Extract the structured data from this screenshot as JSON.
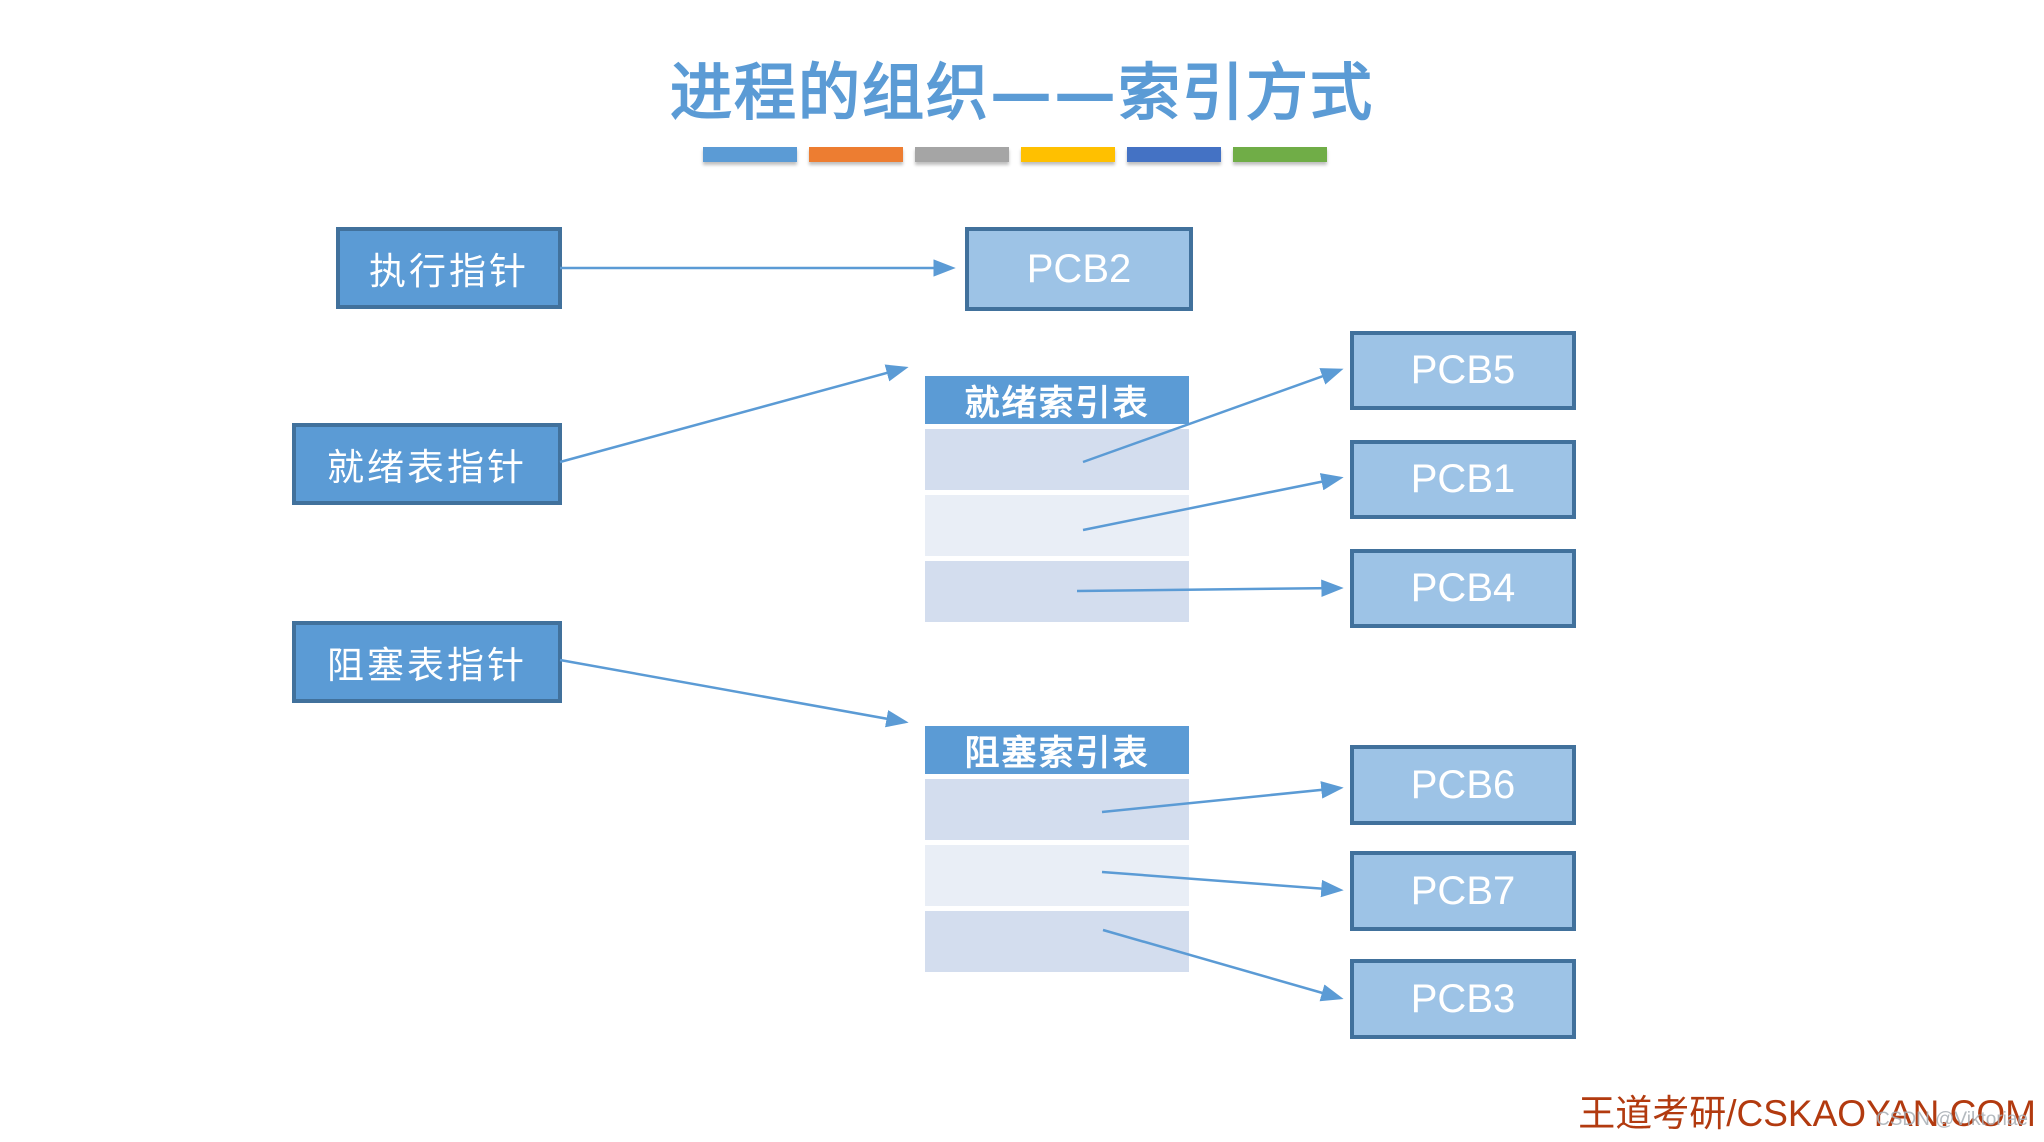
{
  "title": "进程的组织——索引方式",
  "accent_bars": [
    "#5B9BD5",
    "#ED7D31",
    "#A5A5A5",
    "#FFC000",
    "#4472C4",
    "#70AD47"
  ],
  "pointers": {
    "exec": "执行指针",
    "ready": "就绪表指针",
    "blocked": "阻塞表指针"
  },
  "tables": {
    "ready": {
      "title": "就绪索引表",
      "rows": 3
    },
    "blocked": {
      "title": "阻塞索引表",
      "rows": 3
    }
  },
  "pcbs": {
    "pcb2": "PCB2",
    "pcb5": "PCB5",
    "pcb1": "PCB1",
    "pcb4": "PCB4",
    "pcb6": "PCB6",
    "pcb7": "PCB7",
    "pcb3": "PCB3"
  },
  "edges": [
    {
      "from": "执行指针",
      "to": "PCB2"
    },
    {
      "from": "就绪表指针",
      "to": "就绪索引表"
    },
    {
      "from": "就绪索引表.行1",
      "to": "PCB5"
    },
    {
      "from": "就绪索引表.行2",
      "to": "PCB1"
    },
    {
      "from": "就绪索引表.行3",
      "to": "PCB4"
    },
    {
      "from": "阻塞表指针",
      "to": "阻塞索引表"
    },
    {
      "from": "阻塞索引表.行1",
      "to": "PCB6"
    },
    {
      "from": "阻塞索引表.行2",
      "to": "PCB7"
    },
    {
      "from": "阻塞索引表.行3",
      "to": "PCB3"
    }
  ],
  "footer": {
    "brand": "王道考研/CSKAOYAN.COM",
    "watermark": "CSDN @Viktoriae"
  },
  "colors": {
    "accent": "#5B9BD5",
    "accent_dark": "#41719C",
    "pcb_fill": "#9DC3E6",
    "band_dark": "#D3DDEE",
    "band_light": "#E9EEF6",
    "brand_red": "#B23A0F",
    "watermark_gray": "#A8AEB5",
    "title_blue": "#5B9BD5"
  }
}
